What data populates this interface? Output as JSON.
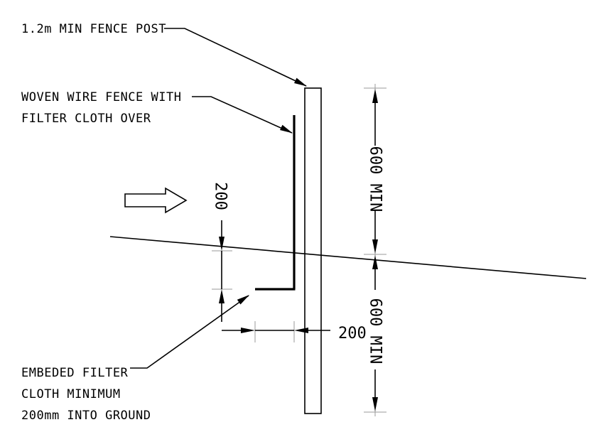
{
  "labels": {
    "fence_post": "1.2m MIN FENCE POST",
    "woven_wire_line1": "WOVEN WIRE FENCE WITH",
    "woven_wire_line2": "FILTER CLOTH OVER",
    "embed_line1": "EMBEDED FILTER",
    "embed_line2": "CLOTH MINIMUM",
    "embed_line3": "200mm INTO GROUND"
  },
  "dimensions": {
    "above_ground": "600 MIN",
    "below_ground": "600 MIN",
    "embed_depth": "200",
    "embed_width": "200"
  }
}
